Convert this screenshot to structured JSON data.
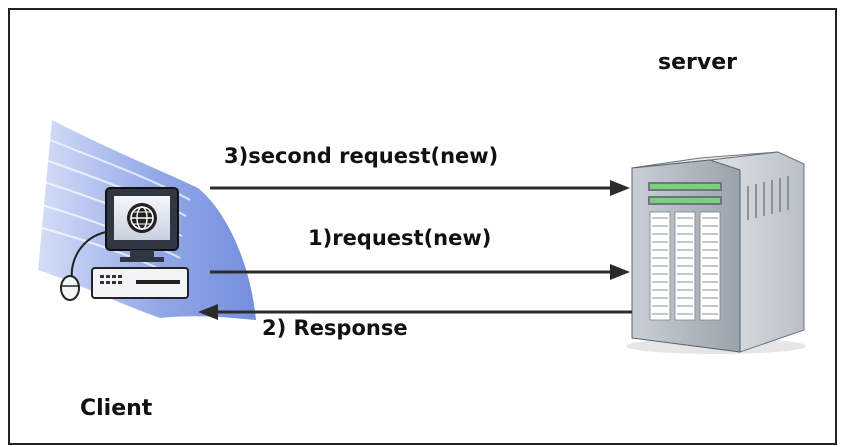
{
  "labels": {
    "server": "server",
    "client": "Client",
    "second_request": "3)second request(new)",
    "request": "1)request(new)",
    "response": "2) Response"
  },
  "icons": {
    "client": "computer-icon",
    "server": "server-tower-icon"
  },
  "colors": {
    "arrow": "#2b2b2b",
    "client_wave": "#7f98e3",
    "server_body": "#a8b0b8",
    "accent_green": "#7bd07a"
  }
}
